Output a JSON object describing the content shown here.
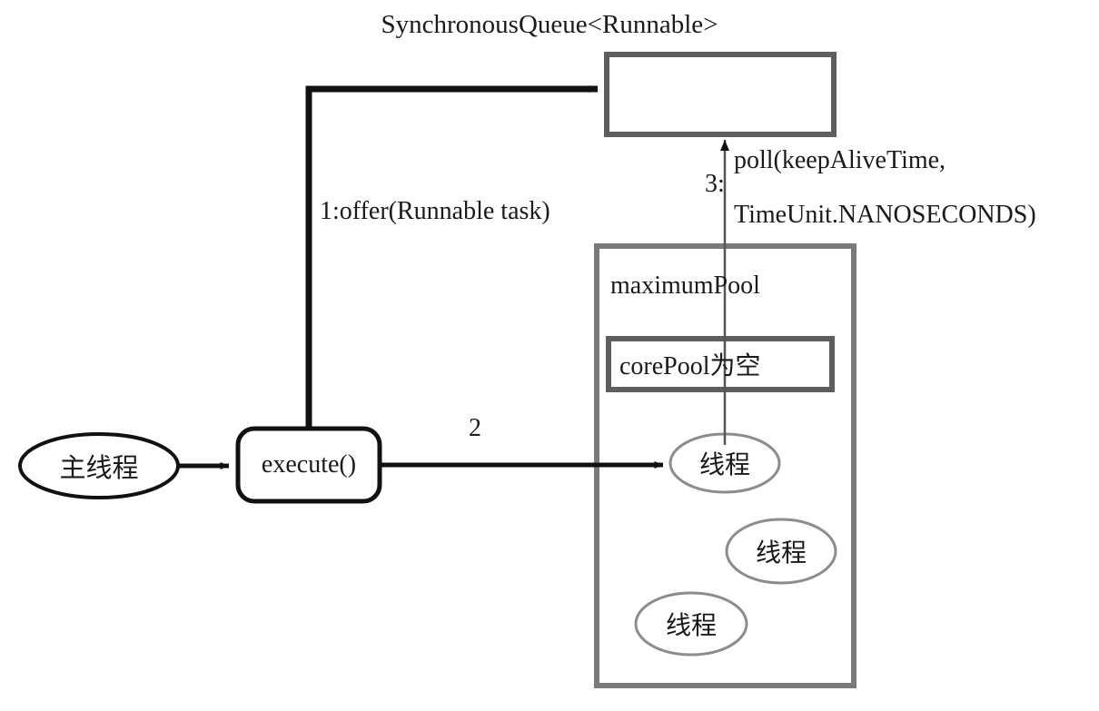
{
  "diagram": {
    "title": "SynchronousQueue<Runnable>",
    "nodes": {
      "main_thread": "主线程",
      "execute": "execute()",
      "queue": "",
      "maximum_pool": "maximumPool",
      "core_pool": "corePool为空",
      "thread_1": "线程",
      "thread_2": "线程",
      "thread_3": "线程"
    },
    "edges": {
      "offer": "1:offer(Runnable task)",
      "step2": "2",
      "poll_step": "3:",
      "poll_line1": "poll(keepAliveTime,",
      "poll_line2": "TimeUnit.NANOSECONDS)"
    },
    "colors": {
      "background": "#ffffff",
      "ink": "#1a1a1a",
      "box_gray": "#5e5e5e",
      "ellipse_gray": "#8c8c8c",
      "thin_line": "#555555"
    }
  }
}
